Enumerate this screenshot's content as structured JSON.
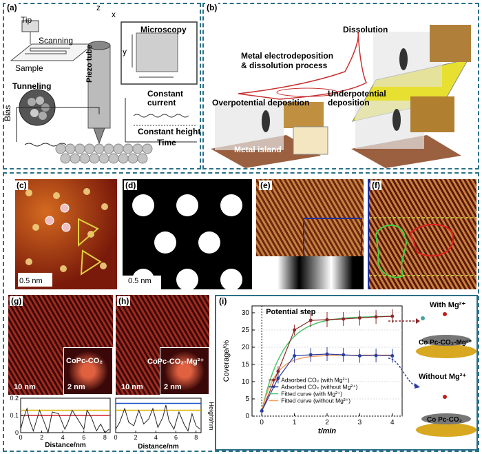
{
  "figure": {
    "panel_a": {
      "label": "(a)",
      "tip": "Tip",
      "scanning": "Scanning",
      "sample": "Sample",
      "tunneling": "Tunneling",
      "piezo": "Piezo tube",
      "microscopy": "Microscopy",
      "bias": "Bias",
      "constant_current": "Constant\ncurrent",
      "constant_height": "Constant height",
      "time": "Time",
      "axes": {
        "x": "x",
        "y": "y",
        "z": "z"
      }
    },
    "panel_b": {
      "label": "(b)",
      "dissolution": "Dissolution",
      "process": "Metal electrodeposition\n& dissolution process",
      "opd": "Overpotential deposition",
      "upd": "Underpotential\ndeposition",
      "metal_island": "Metal island"
    },
    "panel_c": {
      "label": "(c)",
      "scale": "0.5 nm"
    },
    "panel_d": {
      "label": "(d)",
      "scale": "0.5 nm"
    },
    "panel_e": {
      "label": "(e)"
    },
    "panel_f": {
      "label": "(f)"
    },
    "panel_g": {
      "label": "(g)",
      "scale_main": "10 nm",
      "scale_inset": "2 nm",
      "species": "CoPc-CO₂"
    },
    "panel_h": {
      "label": "(h)",
      "scale_main": "10 nm",
      "scale_inset": "2 nm",
      "species": "CoPc-CO₂-Mg²⁺"
    },
    "panel_i": {
      "label": "(i)",
      "with_mg": "With Mg²⁺",
      "without_mg": "Without Mg²⁺",
      "model_with": "Co Pc-CO₂-Mg²⁺",
      "model_without": "Co Pc-CO₂"
    }
  },
  "chart_data": [
    {
      "type": "line",
      "id": "height-g",
      "xlabel": "Distance/nm",
      "ylabel": "Height/nm",
      "xlim": [
        0,
        8.5
      ],
      "ylim": [
        0,
        0.2
      ],
      "xticks": [
        0,
        2,
        4,
        6,
        8
      ],
      "yticks": [
        0,
        0.1,
        0.2
      ],
      "yticklabels": [
        "0",
        "0.1",
        "0.2"
      ],
      "ref_lines": [
        {
          "y": 0.13,
          "color": "#e0b400"
        },
        {
          "y": 0.1,
          "color": "#d0202a"
        }
      ],
      "series": [
        {
          "x": [
            0,
            0.3,
            0.6,
            0.8,
            1.2,
            1.8,
            2.3,
            2.6,
            3.0,
            3.6,
            4.2,
            4.5,
            4.9,
            5.4,
            6.0,
            6.3,
            6.7,
            7.2,
            7.6,
            8.0,
            8.4
          ],
          "y": [
            0.02,
            0.09,
            0.14,
            0.08,
            0.01,
            0.13,
            0.05,
            0.0,
            0.12,
            0.11,
            0.02,
            0.06,
            0.13,
            0.08,
            0.02,
            0.13,
            0.09,
            0.01,
            0.05,
            0.0,
            0.02
          ]
        }
      ]
    },
    {
      "type": "line",
      "id": "height-h",
      "xlim": [
        0,
        8.5
      ],
      "ylim": [
        0,
        0.2
      ],
      "xticks": [
        0,
        2,
        4,
        6,
        8
      ],
      "ref_lines": [
        {
          "y": 0.17,
          "color": "#1a50c8"
        },
        {
          "y": 0.13,
          "color": "#e0b400"
        }
      ],
      "series": [
        {
          "x": [
            0,
            0.4,
            0.9,
            1.3,
            1.8,
            2.3,
            2.8,
            3.3,
            3.7,
            4.2,
            4.7,
            5.0,
            5.3,
            5.8,
            6.3,
            6.8,
            7.2,
            7.6,
            8.0,
            8.4
          ],
          "y": [
            0.02,
            0.06,
            0.14,
            0.06,
            0.04,
            0.13,
            0.05,
            0.08,
            0.14,
            0.03,
            0.09,
            0.16,
            0.07,
            0.02,
            0.12,
            0.05,
            0.01,
            0.11,
            0.04,
            0.02
          ]
        }
      ]
    },
    {
      "type": "line",
      "id": "coverage-i",
      "title": "Potential step",
      "xlabel": "t/min",
      "ylabel": "Coverage/%",
      "xlim": [
        -0.3,
        4.3
      ],
      "ylim": [
        0,
        32
      ],
      "xticks": [
        0,
        1,
        2,
        3,
        4
      ],
      "yticks": [
        0,
        5,
        10,
        15,
        20,
        25,
        30
      ],
      "series": [
        {
          "name": "Adsorbed CO₂ (with Mg²⁺)",
          "color": "#8b2a2a",
          "x": [
            0,
            0.5,
            1,
            1.5,
            2,
            2.5,
            3,
            3.5,
            4
          ],
          "y": [
            1.5,
            13,
            25,
            27.8,
            28,
            28.2,
            28.5,
            28.8,
            29
          ],
          "err": [
            0.5,
            1.5,
            1.5,
            2,
            2.2,
            2,
            2.2,
            2,
            2
          ]
        },
        {
          "name": "Adsorbed CO₂ (without Mg²⁺)",
          "color": "#2c3ea0",
          "x": [
            0,
            0.5,
            1,
            1.5,
            2,
            2.5,
            3,
            3.5,
            4
          ],
          "y": [
            1.5,
            11,
            17.5,
            17.8,
            18,
            17.8,
            17.5,
            17.6,
            17.5
          ],
          "err": [
            0.5,
            1.5,
            2,
            2,
            2,
            2,
            2,
            2,
            2
          ]
        },
        {
          "name": "Fitted curve (with Mg²⁺)",
          "color": "#4cc46a",
          "fit": "exp",
          "a": 29,
          "k": 1.55
        },
        {
          "name": "Fitted curve (without Mg²⁺)",
          "color": "#f0a060",
          "fit": "exp",
          "a": 17.7,
          "k": 2.4
        }
      ]
    }
  ]
}
